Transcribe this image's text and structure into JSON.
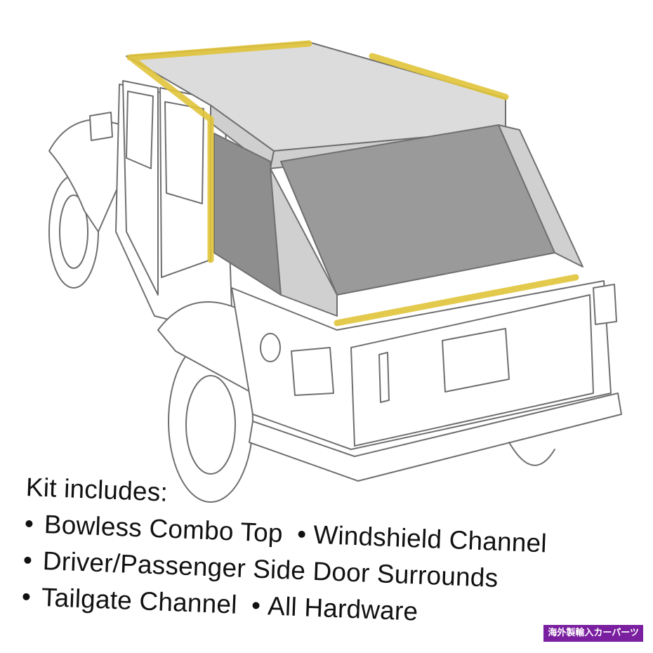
{
  "caption": {
    "heading": "Kit includes:",
    "line1_items": [
      "Bowless Combo Top",
      "Windshield Channel"
    ],
    "line2_items": [
      "Driver/Passenger Side Door Surrounds"
    ],
    "line3_items": [
      "Tailgate Channel",
      "All Hardware"
    ],
    "bullet": "•"
  },
  "badge": {
    "text": "海外製輸入カーパーツ"
  },
  "colors": {
    "outline": "#6f6f6f",
    "top_fill": "#d6d6d6",
    "window_fill": "#8e8e8e",
    "channel_highlight": "#e0c43a",
    "badge_bg": "#7a1fa0"
  }
}
